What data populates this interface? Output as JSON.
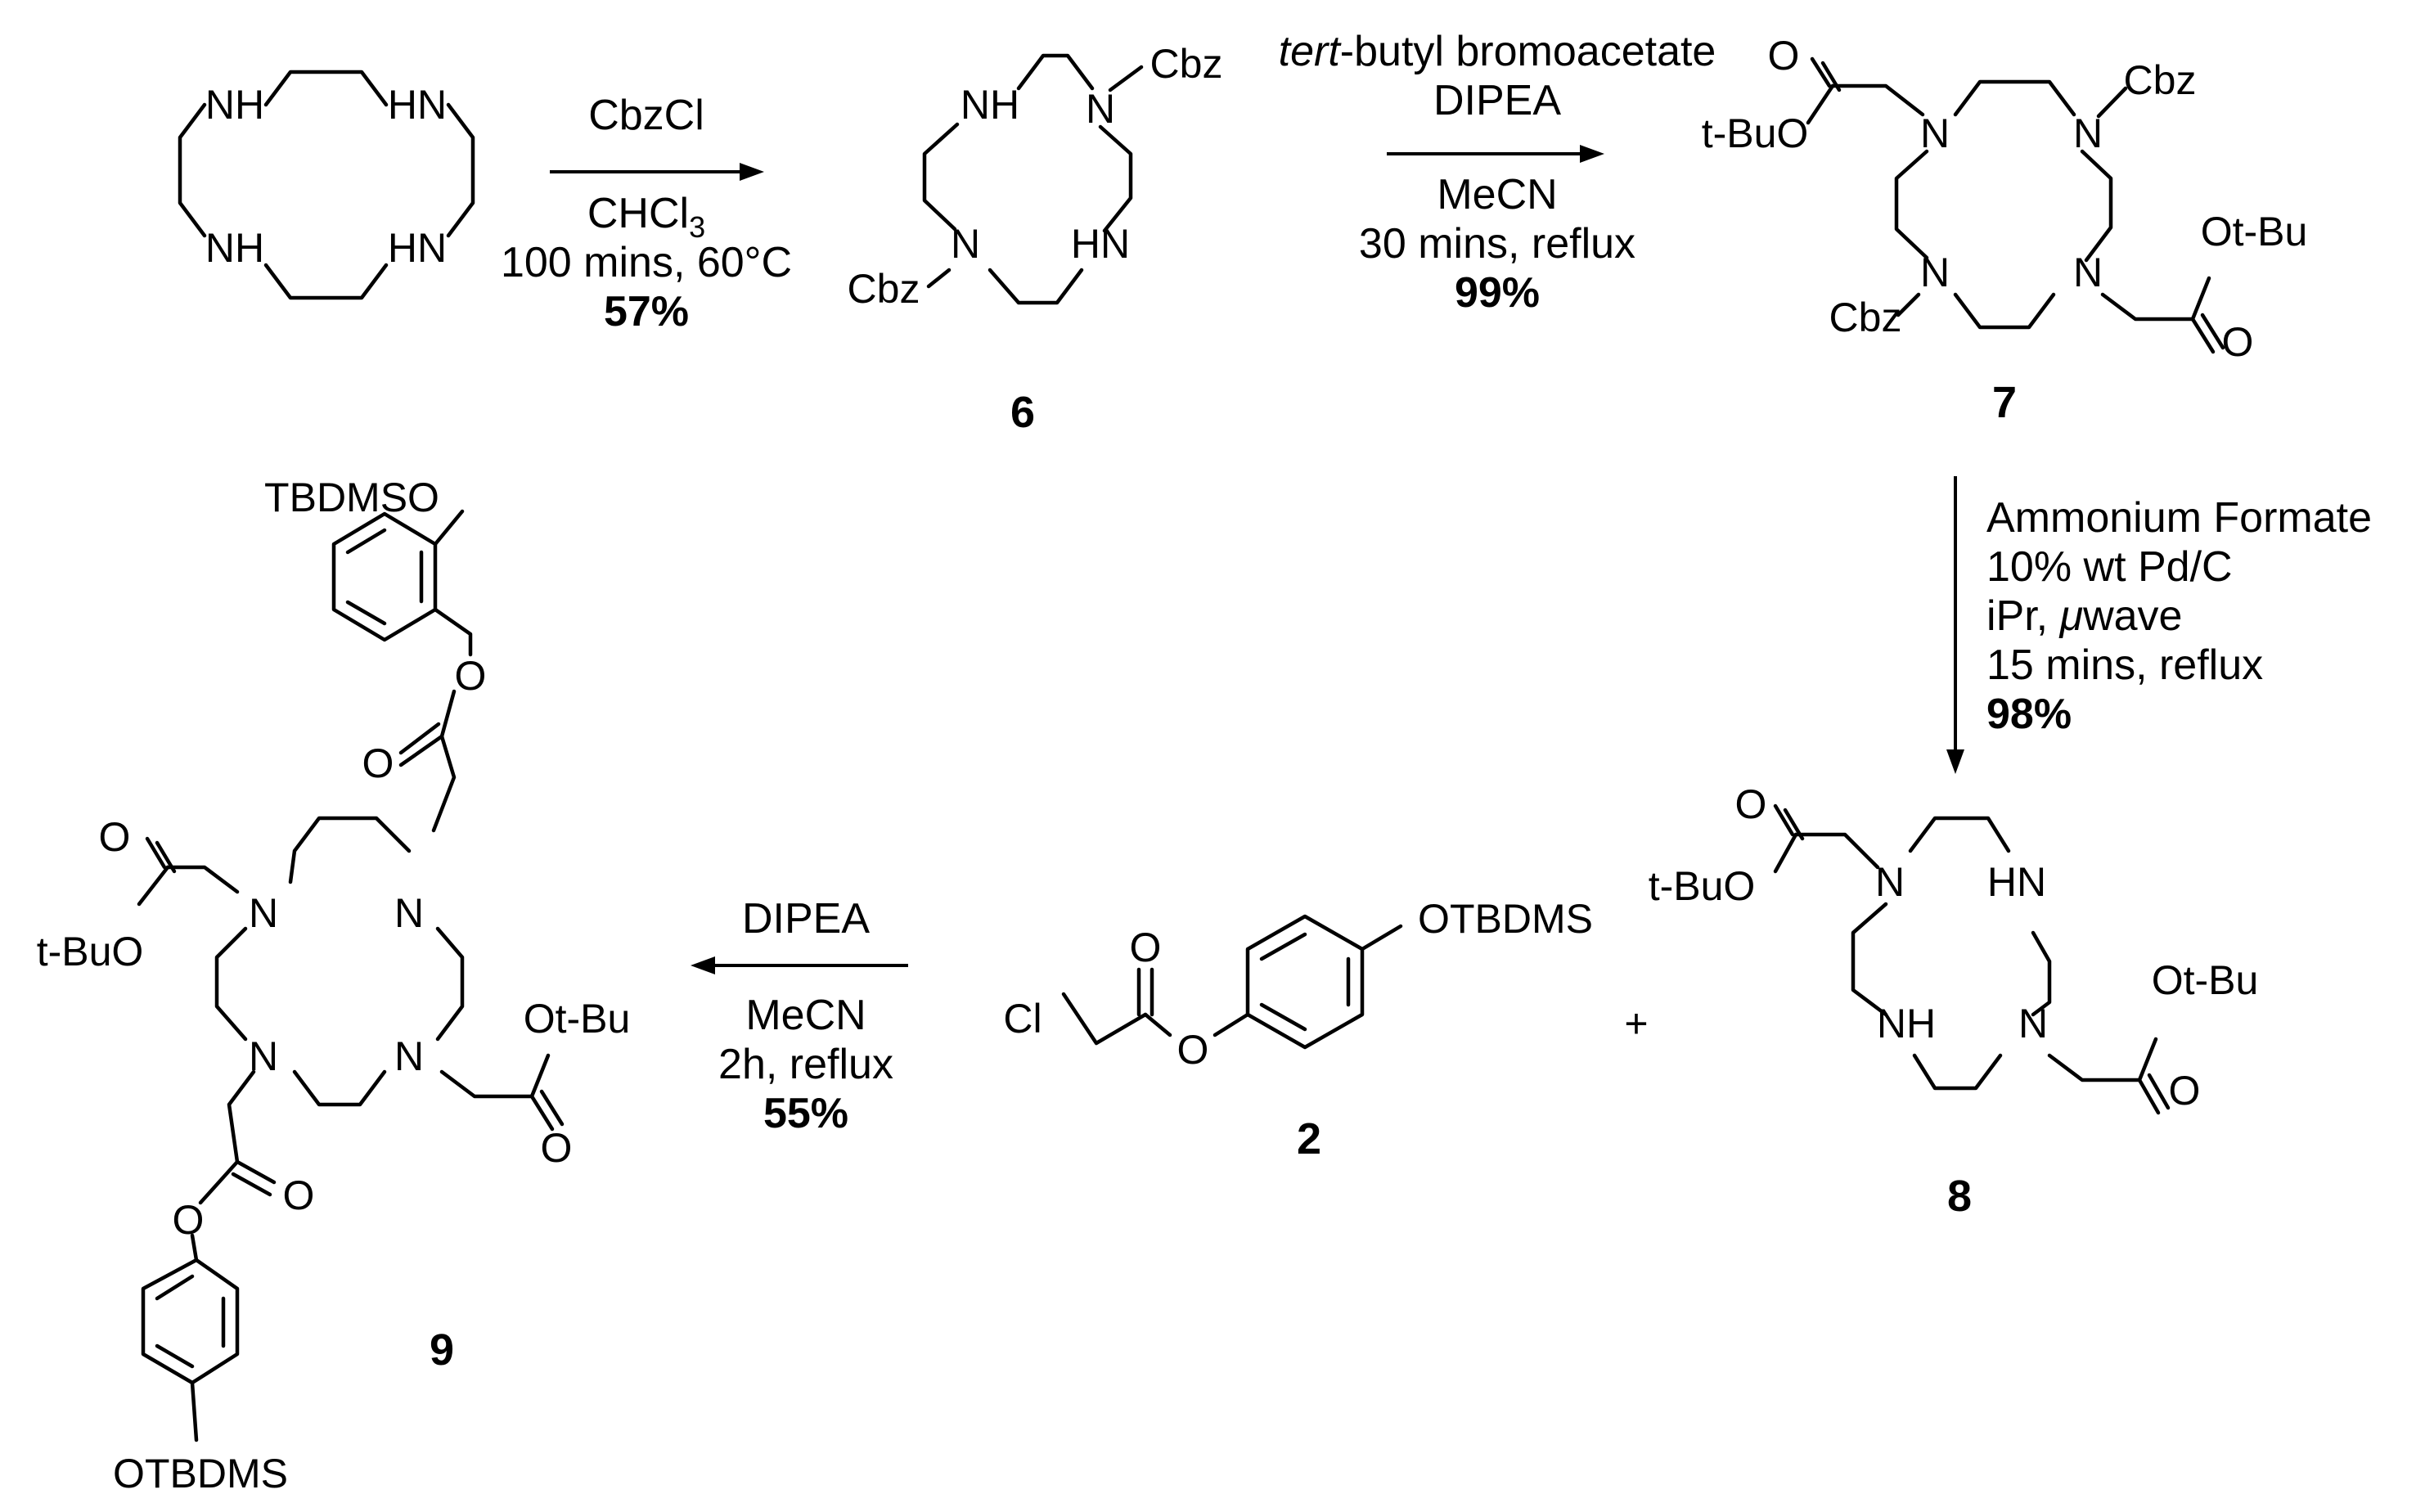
{
  "atoms": {
    "NH": "NH",
    "HN": "HN",
    "N": "N",
    "Cbz": "Cbz",
    "O": "O",
    "tBuO": "t-BuO",
    "OtBu": "Ot-Bu",
    "Cl": "Cl",
    "TBDMSO": "TBDMSO",
    "OTBDMS": "OTBDMS",
    "plus": "+"
  },
  "compounds": {
    "c6": "6",
    "c7": "7",
    "c8": "8",
    "c2": "2",
    "c9": "9"
  },
  "step1": {
    "reagent": "CbzCl",
    "solvent_base": "CHCl",
    "solvent_sub": "3",
    "time_temp": "100 mins, 60°C",
    "yield": "57%"
  },
  "step2": {
    "reagent_italic": "tert",
    "reagent_rest": "-butyl bromoacetate",
    "base": "DIPEA",
    "solvent": "MeCN",
    "time_temp": "30 mins, reflux",
    "yield": "99%"
  },
  "step3": {
    "reagent": "Ammonium Formate",
    "catalyst": "10% wt Pd/C",
    "solvent": "iPr, ",
    "mw_italic": "μ",
    "mw_rest": "wave",
    "time_temp": "15 mins, reflux",
    "yield": "98%"
  },
  "step4": {
    "base": "DIPEA",
    "solvent": "MeCN",
    "time_temp": "2h, reflux",
    "yield": "55%"
  }
}
